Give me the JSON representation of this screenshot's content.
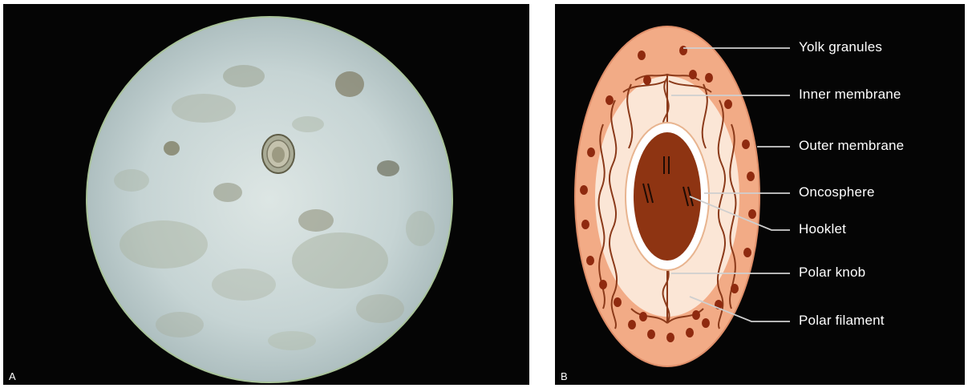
{
  "panels": [
    {
      "letter": "A"
    },
    {
      "letter": "B"
    }
  ],
  "labels": {
    "yolk": "Yolk granules",
    "inner": "Inner membrane",
    "outer": "Outer membrane",
    "oncosphere": "Oncosphere",
    "hooklet": "Hooklet",
    "polar_knob": "Polar knob",
    "polar_filament": "Polar filament"
  },
  "colors": {
    "panel_bg": "#050505",
    "field": "#c9d6d6",
    "egg_outer": "#f2ab86",
    "egg_inner": "#fbe6d6",
    "oncosphere": "#8e3412",
    "granule": "#8f2a0f",
    "label_text": "#ffffff",
    "leader": "#cfcfcf"
  }
}
